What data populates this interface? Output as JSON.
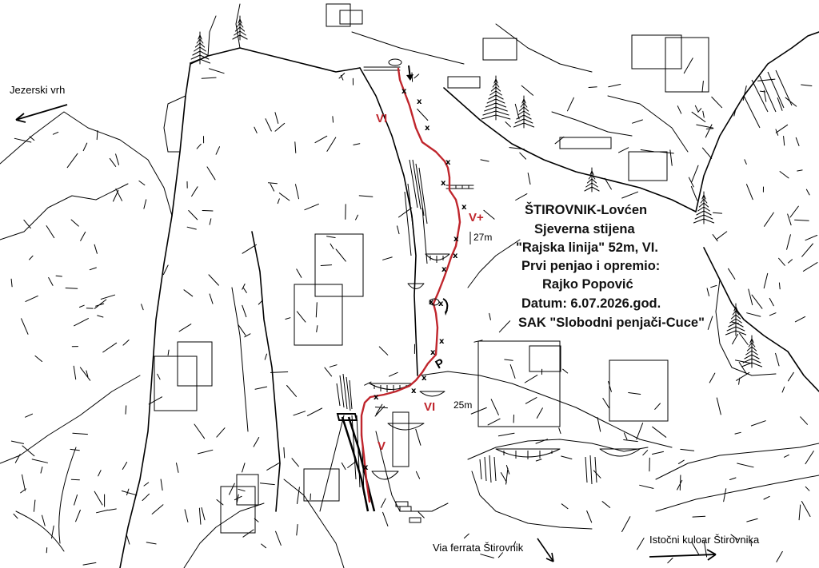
{
  "colors": {
    "route": "#c0262d",
    "ink": "#000000",
    "background": "#ffffff"
  },
  "info": {
    "line1": "ŠTIROVNIK-Lovćen",
    "line2": "Sjeverna stijena",
    "line3": "\"Rajska linija\" 52m, VI.",
    "line4": "Prvi penjao i opremio:",
    "line5": "Rajko Popović",
    "line6": "Datum: 6.07.2026.god.",
    "line7": "SAK \"Slobodni penjači-Cuce\""
  },
  "pitches": [
    {
      "grade": "VI"
    },
    {
      "grade": "V+"
    },
    {
      "grade": "VI"
    },
    {
      "grade": "V"
    }
  ],
  "lengths": {
    "upper": "27m",
    "lower": "25m"
  },
  "directions": {
    "left": "Jezerski vrh",
    "bottom_center": "Via ferrata Štirovnik",
    "bottom_right": "Istočni kuloar Štirovnika"
  },
  "markers": {
    "bolt": "x",
    "piton": "P"
  },
  "icons": [
    "arrow-left-icon",
    "arrow-right-icon",
    "arrow-down-icon",
    "belay-station-icon"
  ]
}
